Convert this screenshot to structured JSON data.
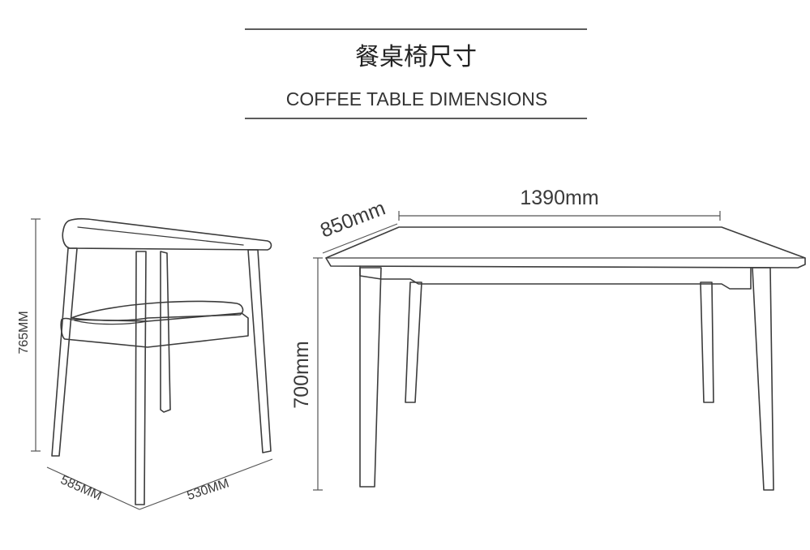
{
  "header": {
    "title_zh": "餐桌椅尺寸",
    "title_en": "COFFEE TABLE DIMENSIONS"
  },
  "chair": {
    "height_label": "765MM",
    "depth_label": "585MM",
    "width_label": "530MM"
  },
  "table": {
    "length_label": "1390mm",
    "depth_label": "850mm",
    "height_label": "700mm"
  }
}
